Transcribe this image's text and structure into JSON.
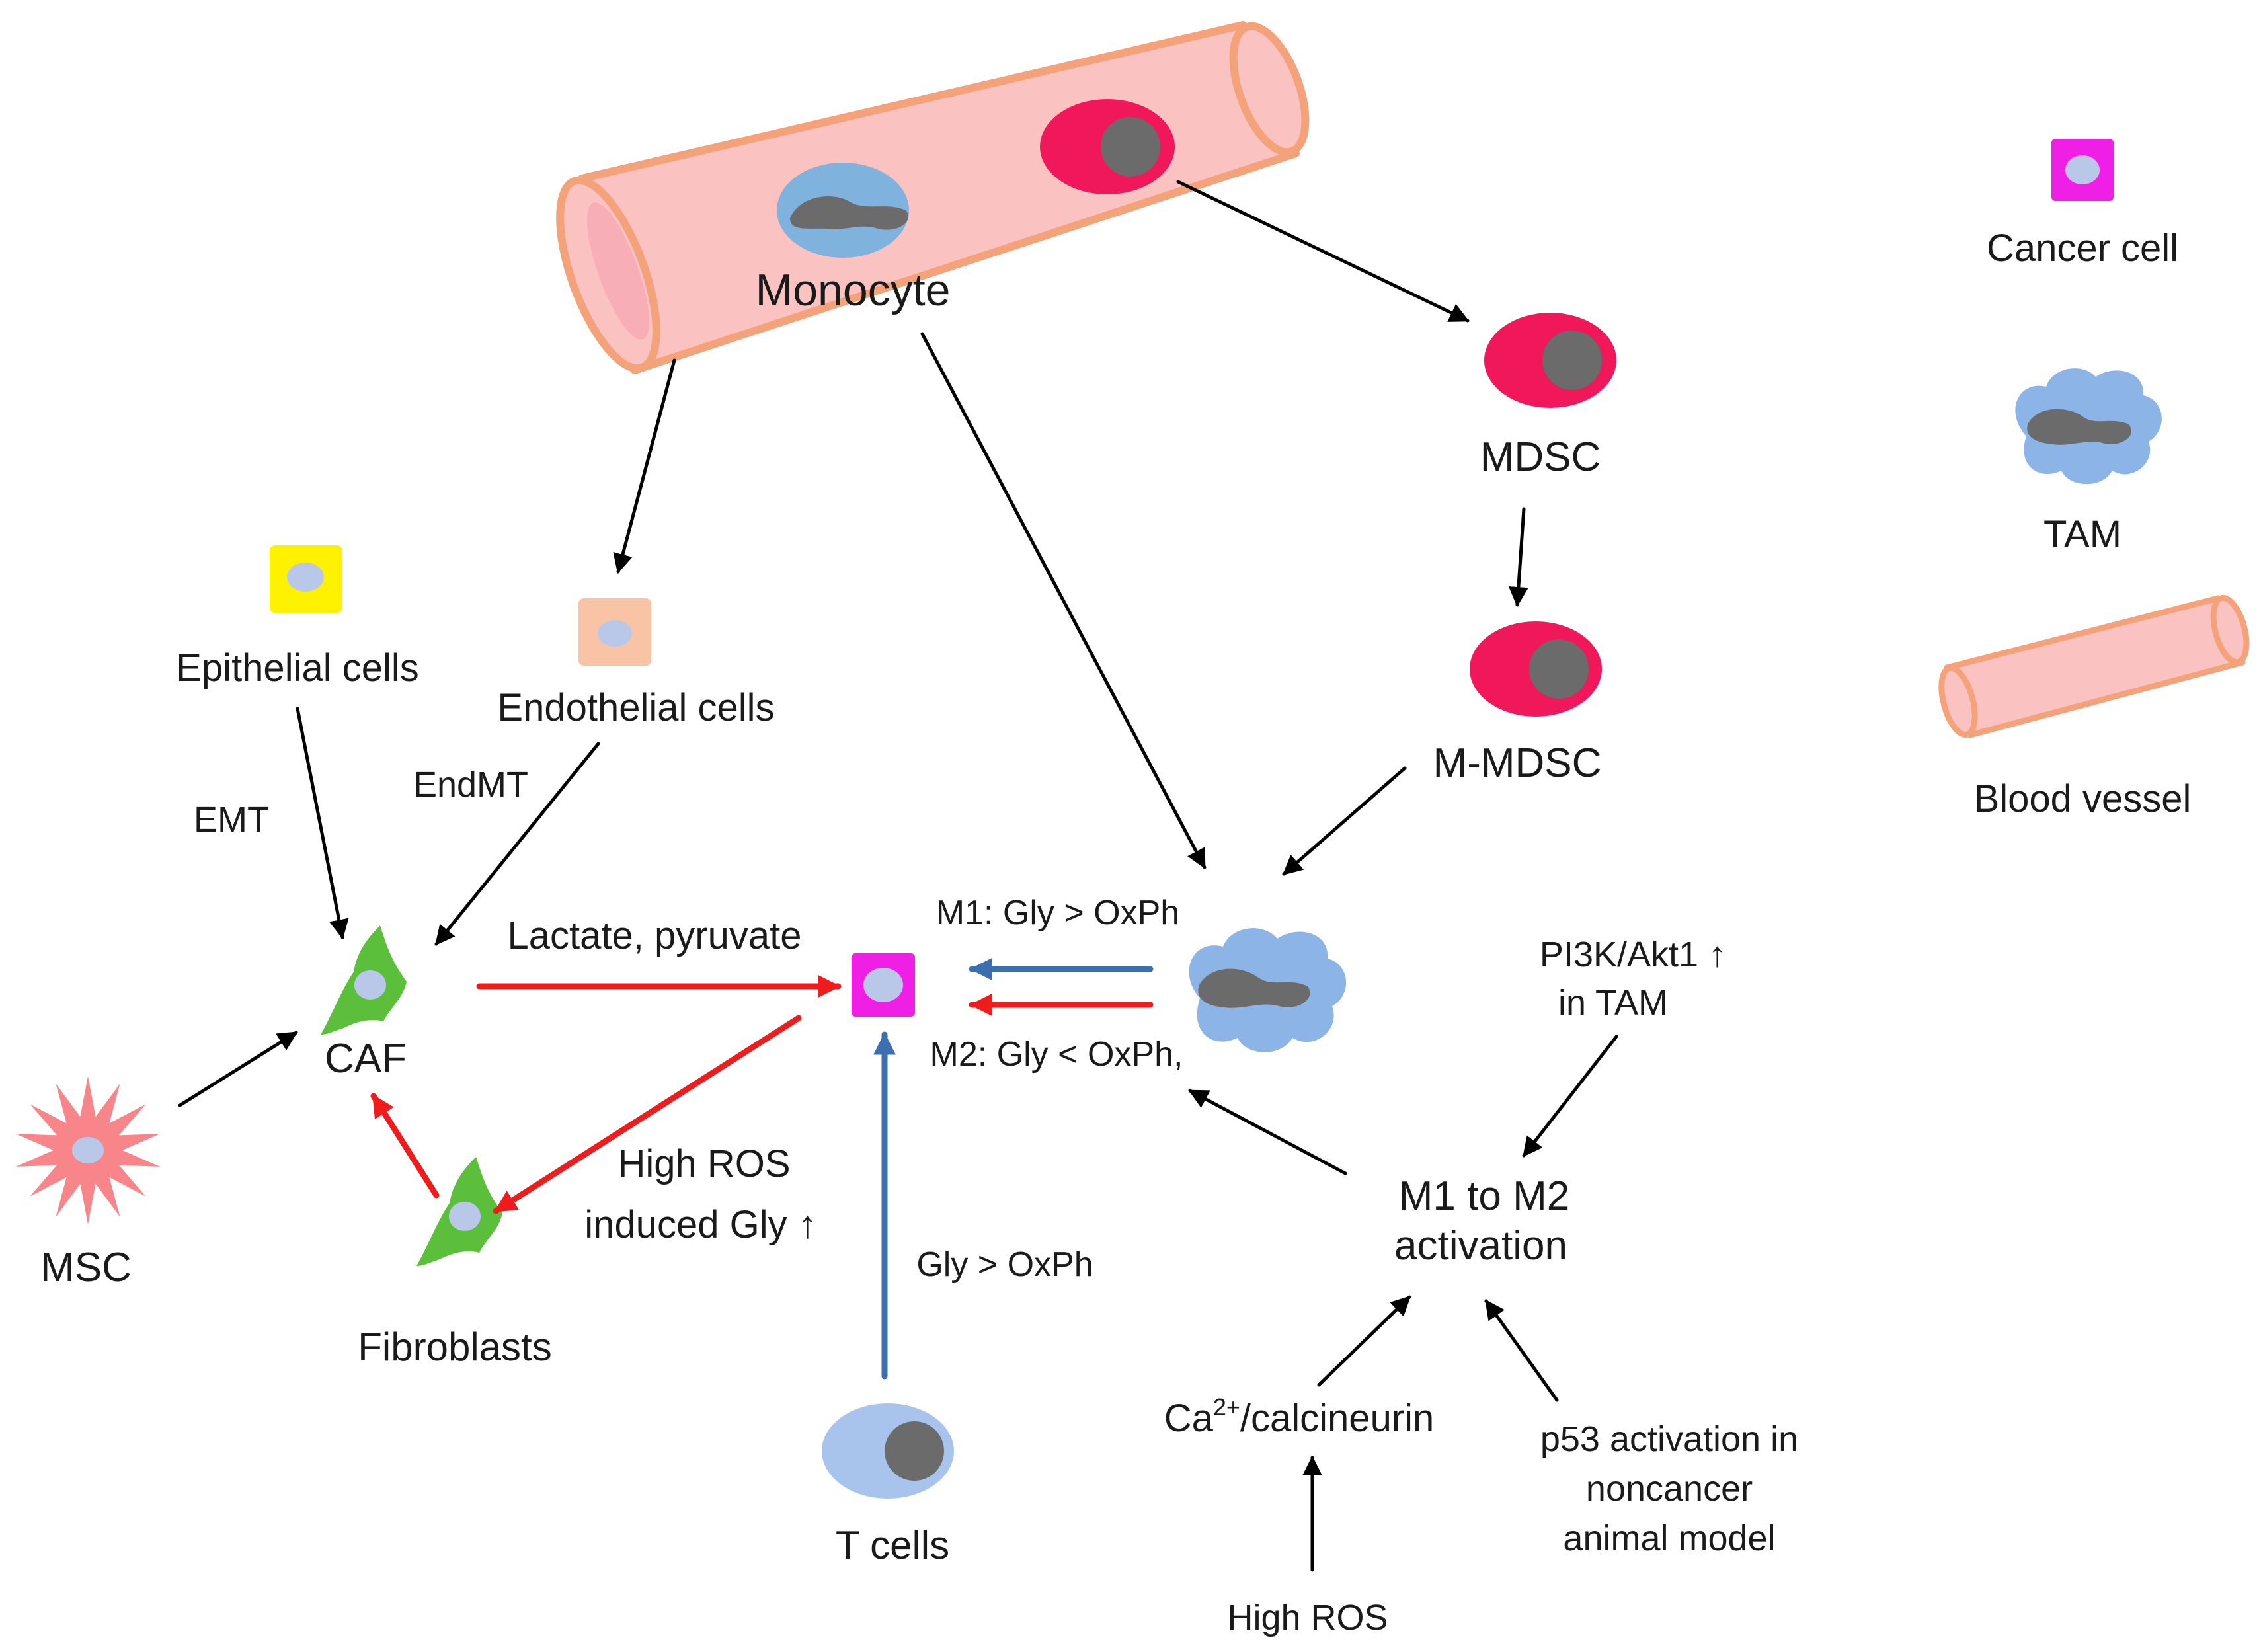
{
  "colors": {
    "vessel_fill": "#fbc2c2",
    "vessel_stroke": "#f4a27a",
    "mdsc_red": "#f0185a",
    "nucleus_gray": "#6b6b6b",
    "monocyte_blue": "#7fb2dd",
    "tam_blue": "#8cb4e6",
    "cancer_magenta": "#f01fe6",
    "cell_core": "#b9c8e8",
    "epithelial_yellow": "#fff200",
    "endothelial_peach": "#f9c3a6",
    "caf_green": "#5cbf3c",
    "msc_pink": "#f7858a",
    "tcell_blue": "#a9c4ec",
    "arrow_black": "#000000",
    "arrow_red": "#ee1c1c",
    "arrow_blue": "#3b6fb0"
  },
  "labels": {
    "monocyte": "Monocyte",
    "mdsc": "MDSC",
    "m_mdsc": "M-MDSC",
    "epithelial": "Epithelial cells",
    "endothelial": "Endothelial cells",
    "emt": "EMT",
    "endmt": "EndMT",
    "caf": "CAF",
    "msc": "MSC",
    "fibroblasts": "Fibroblasts",
    "lactate": "Lactate, pyruvate",
    "high_ros_gly_1": "High ROS",
    "high_ros_gly_2": "induced Gly ↑",
    "m1": "M1: Gly > OxPh",
    "m2": "M2: Gly < OxPh,",
    "t_gly": "Gly > OxPh",
    "t_cells": "T cells",
    "pi3k_1": "PI3K/Akt1 ↑",
    "pi3k_2": "in TAM",
    "m1m2_1": "M1 to M2",
    "m1m2_2": "activation",
    "ca_pre": "Ca",
    "ca_sup": "2+",
    "ca_post": "/calcineurin",
    "p53_1": "p53 activation in",
    "p53_2": "noncancer",
    "p53_3": "animal model",
    "high_ros": "High ROS"
  },
  "legend": {
    "cancer_cell": "Cancer cell",
    "tam": "TAM",
    "blood_vessel": "Blood vessel"
  }
}
